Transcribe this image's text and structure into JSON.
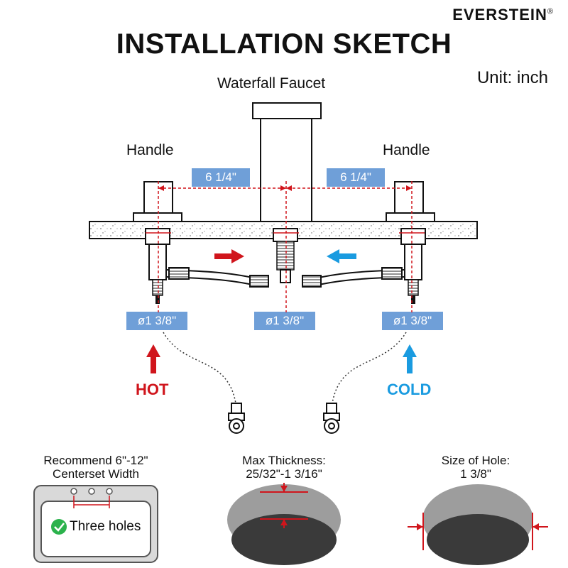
{
  "brand": {
    "name": "EVERSTEIN",
    "mark": "®"
  },
  "title": "INSTALLATION SKETCH",
  "unit": "Unit: inch",
  "labels": {
    "spout": "Waterfall Faucet",
    "handle_left": "Handle",
    "handle_right": "Handle",
    "hot": "HOT",
    "cold": "COLD"
  },
  "dimensions": {
    "left_spacing": "6 1/4\"",
    "right_spacing": "6 1/4\"",
    "hole_left": "ø1 3/8\"",
    "hole_center": "ø1 3/8\"",
    "hole_right": "ø1 3/8\""
  },
  "notes": {
    "centerset_line1": "Recommend 6\"-12\"",
    "centerset_line2": "Centerset Width",
    "three_holes": "Three holes",
    "thickness_line1": "Max Thickness:",
    "thickness_line2": "25/32\"-1 3/16\"",
    "hole_size_line1": "Size of Hole:",
    "hole_size_line2": "1 3/8\""
  },
  "colors": {
    "hot": "#d0151c",
    "cold": "#1a9be0",
    "dimension_tag": "#6f9fd8",
    "check": "#2bb24c"
  },
  "icons": [
    "hot-arrow-icon",
    "cold-arrow-icon",
    "check-icon",
    "valve-icon"
  ]
}
